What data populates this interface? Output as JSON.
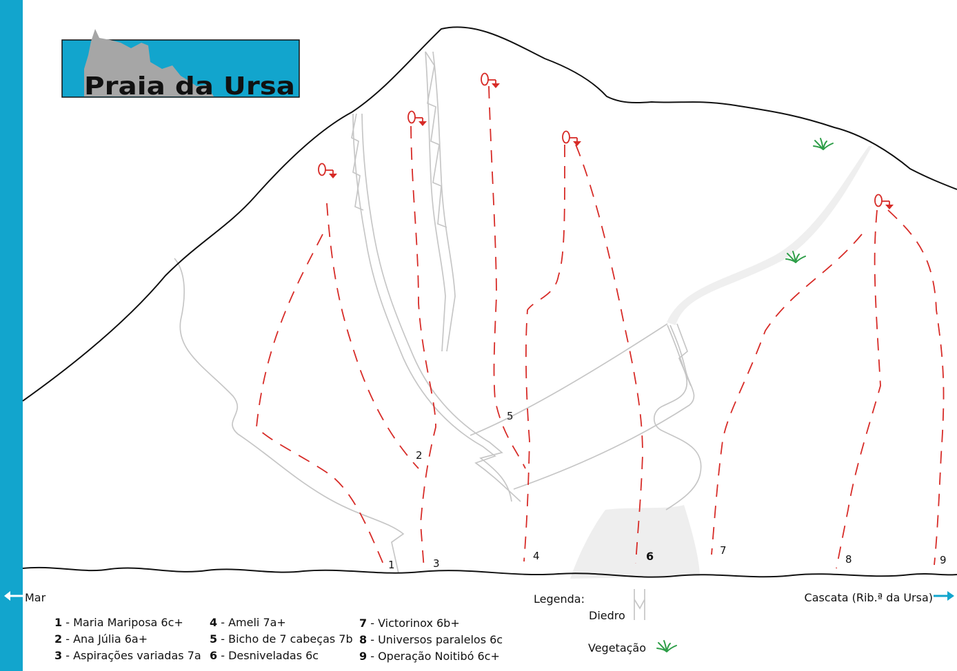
{
  "logo": {
    "title": "Praia da Ursa"
  },
  "navigation": {
    "left_label": "Mar",
    "right_label": "Cascata (Rib.ª da Ursa)"
  },
  "route_labels": [
    "1",
    "2",
    "3",
    "4",
    "5",
    "6",
    "7",
    "8",
    "9"
  ],
  "legend": {
    "heading": "Legenda:",
    "diedro_label": "Diedro",
    "vegetacao_label": "Vegetação"
  },
  "routes": [
    {
      "number": "1",
      "text": " - Maria Mariposa 6c+"
    },
    {
      "number": "2",
      "text": " - Ana Júlia 6a+"
    },
    {
      "number": "3",
      "text": " - Aspirações variadas 7a"
    },
    {
      "number": "4",
      "text": " - Ameli 7a+"
    },
    {
      "number": "5",
      "text": " - Bicho de 7 cabeças 7b"
    },
    {
      "number": "6",
      "text": " - Desniveladas 6c"
    },
    {
      "number": "7",
      "text": " - Victorinox 6b+"
    },
    {
      "number": "8",
      "text": " - Universos paralelos 6c"
    },
    {
      "number": "9",
      "text": " - Operação Noitibó 6c+"
    }
  ],
  "colors": {
    "sidebar": "#12a5cd",
    "route_line": "#d72b27",
    "vegetation": "#2e9e48",
    "crack": "#c6c6c6",
    "outline": "#111111"
  }
}
